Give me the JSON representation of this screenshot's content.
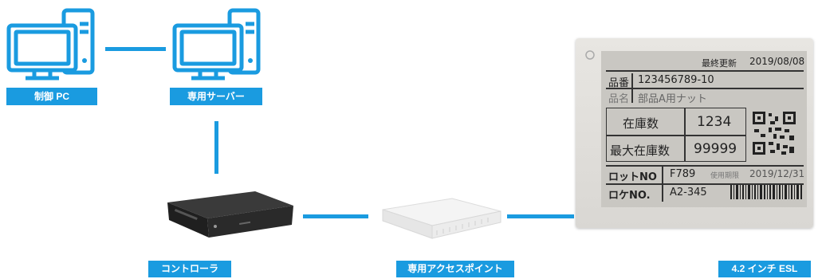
{
  "labels": {
    "control_pc": "制御 PC",
    "server": "専用サーバー",
    "controller": "コントローラ",
    "access_point": "専用アクセスポイント",
    "esl": "4.2 インチ ESL"
  },
  "esl_display": {
    "last_update_label": "最終更新",
    "last_update_date": "2019/08/08",
    "part_no_label": "品番",
    "part_no": "123456789-10",
    "part_name_label": "品名",
    "part_name": "部品A用ナット",
    "stock_label": "在庫数",
    "stock_value": "1234",
    "max_stock_label": "最大在庫数",
    "max_stock_value": "99999",
    "lot_label": "ロットNO",
    "lot_value": "F789",
    "expiry_label": "使用期限",
    "expiry_date": "2019/12/31",
    "location_label": "ロケNO.",
    "location_value": "A2-345"
  },
  "colors": {
    "accent": "#1a9be0",
    "screen": "#c9c7c2"
  }
}
